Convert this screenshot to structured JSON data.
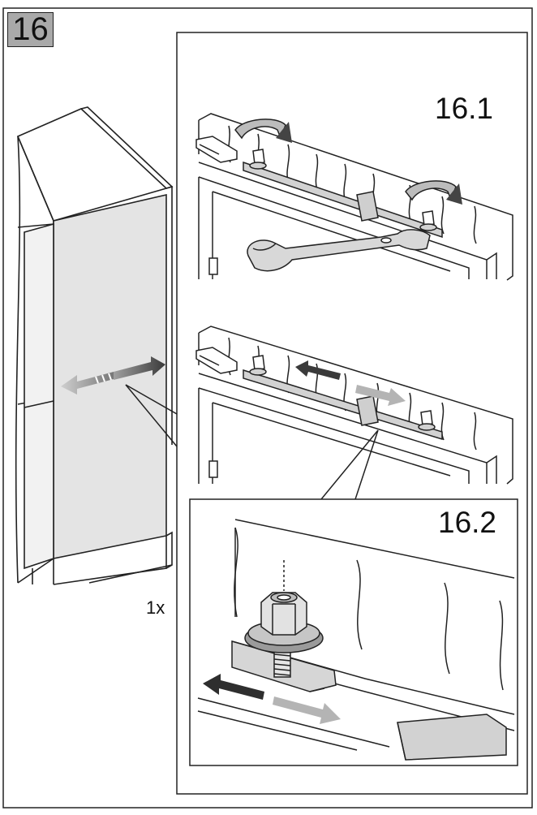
{
  "step": {
    "number": "16"
  },
  "substeps": [
    {
      "label": "16.1"
    },
    {
      "label": "16.2"
    }
  ],
  "quantity": "1x",
  "colors": {
    "line": "#222222",
    "panel_fill": "#e4e4e4",
    "part_fill": "#d2d2d2",
    "dark_arrow": "#3a3a3a",
    "light_arrow": "#b4b4b4",
    "badge_fill": "#a9a9a9"
  }
}
